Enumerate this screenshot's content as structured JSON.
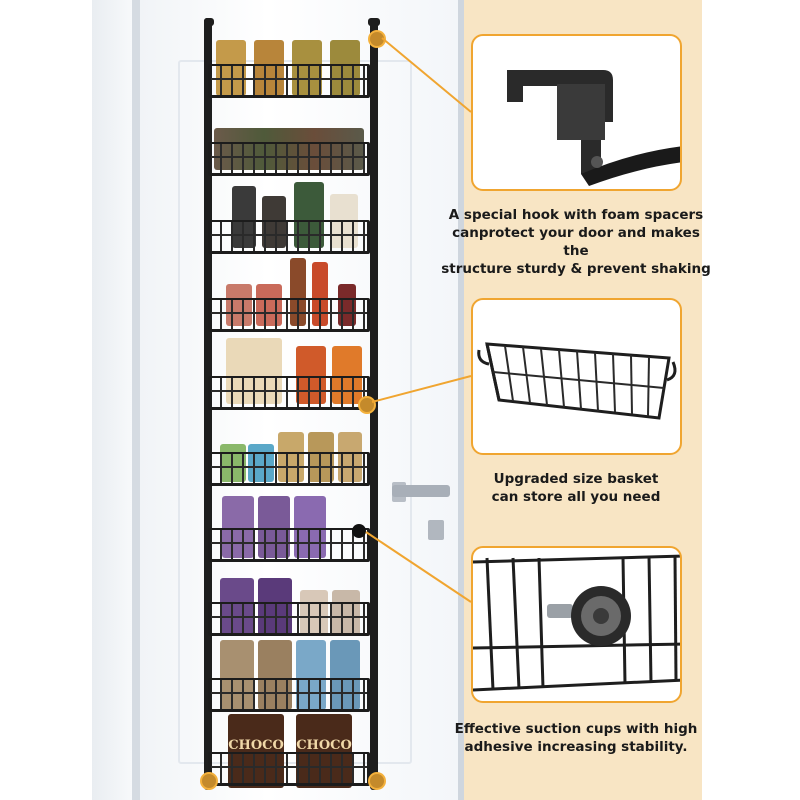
{
  "callouts": [
    {
      "caption_lines": [
        "A special hook with foam spacers",
        "canprotect your door and makes the",
        "structure sturdy & prevent shaking"
      ],
      "image_icon": "over-door-hook-icon"
    },
    {
      "caption_lines": [
        "Upgraded size basket",
        "can store all you need"
      ],
      "image_icon": "wire-basket-icon"
    },
    {
      "caption_lines": [
        "Effective suction cups with high",
        "adhesive increasing stability."
      ],
      "image_icon": "suction-cup-icon"
    }
  ],
  "product_labels": {
    "choco_left": "CHOCO",
    "choco_right": "CHOCO"
  },
  "colors": {
    "accent": "#f0a530",
    "background_panel": "#f8e5c4",
    "rack": "#1c1c1c"
  }
}
